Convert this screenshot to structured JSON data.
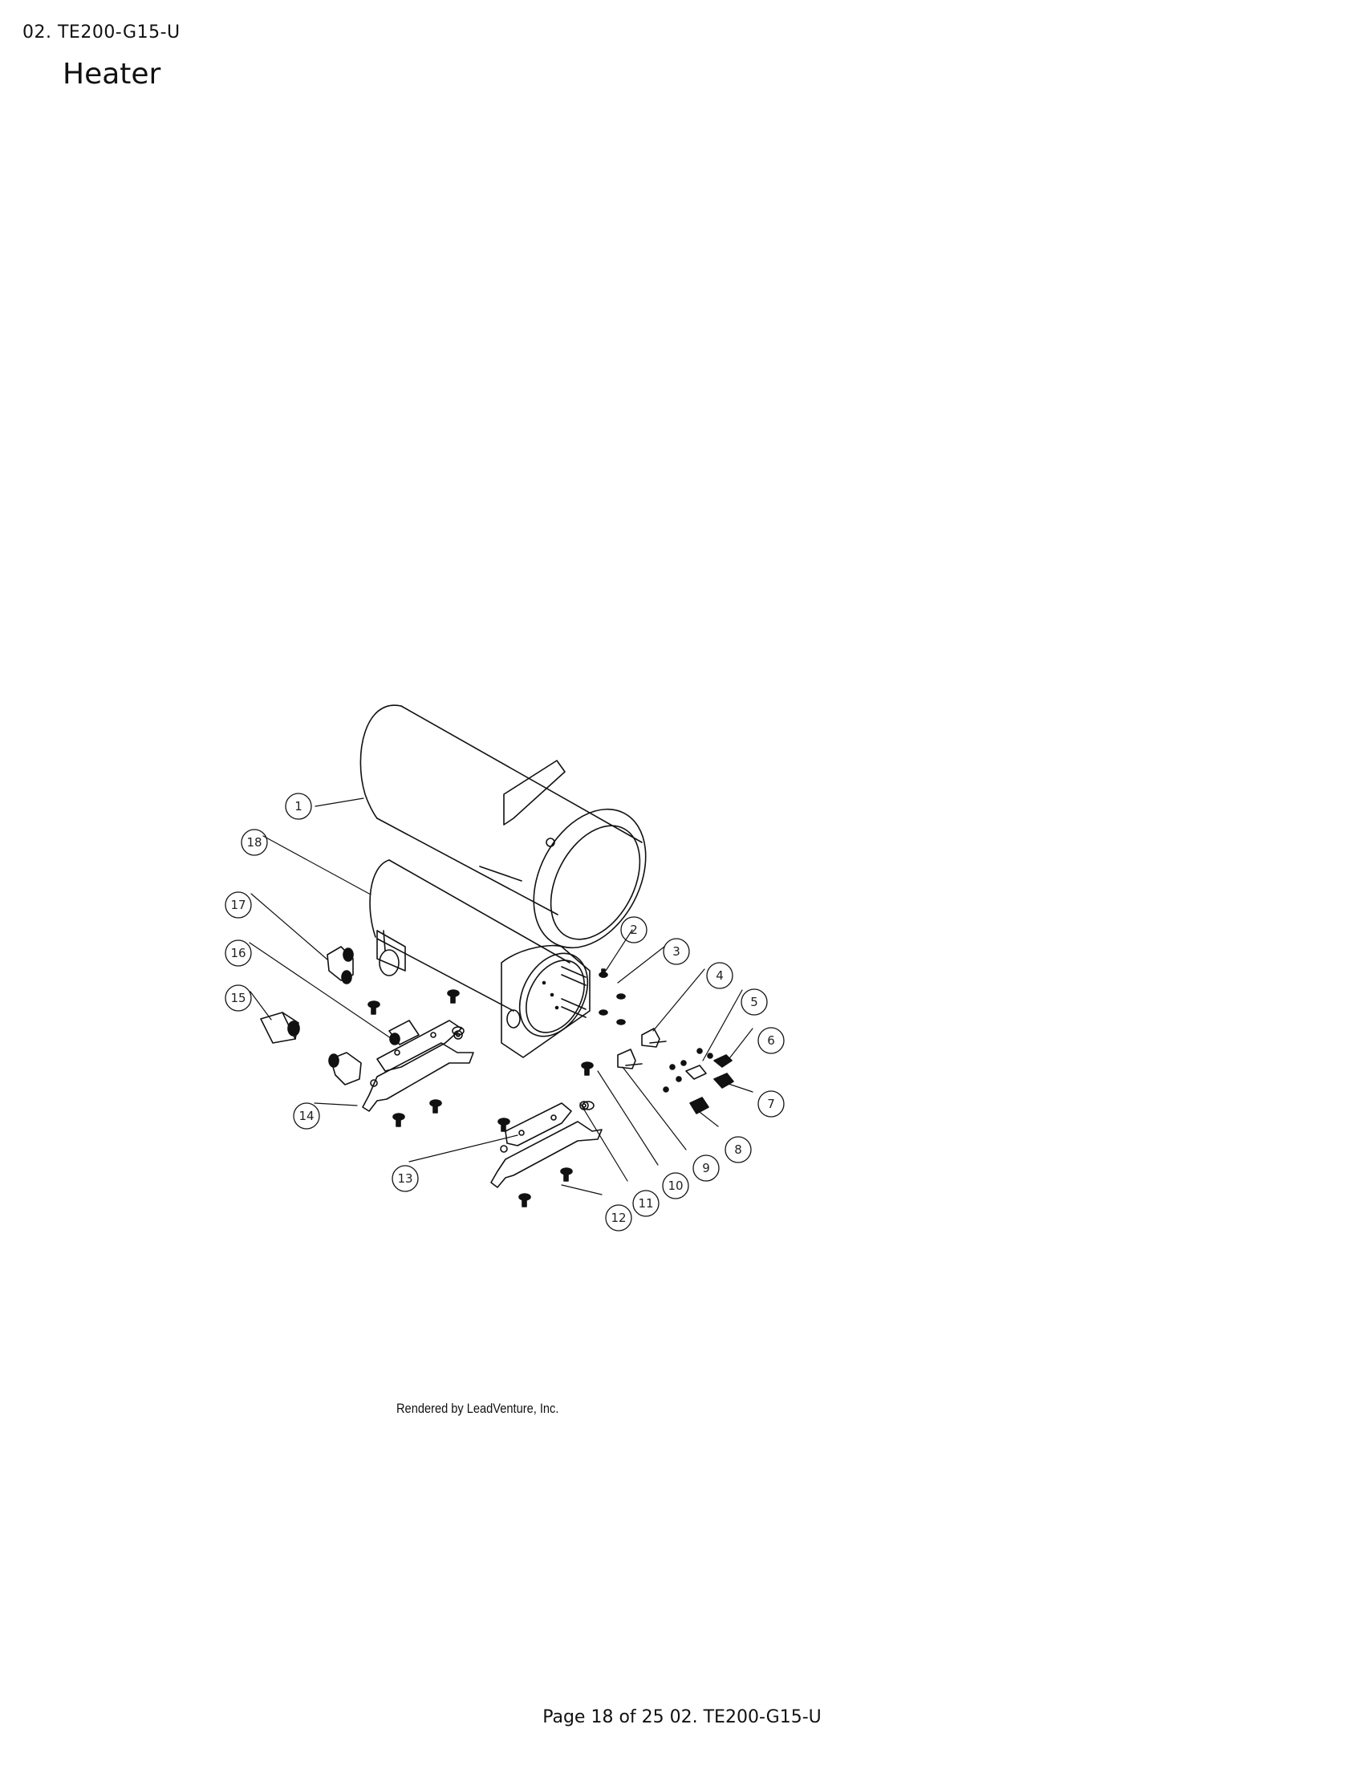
{
  "header": {
    "doc_code": "02. TE200-G15-U",
    "title": "Heater"
  },
  "diagram": {
    "callouts": [
      "1",
      "2",
      "3",
      "4",
      "5",
      "6",
      "7",
      "8",
      "9",
      "10",
      "11",
      "12",
      "13",
      "14",
      "15",
      "16",
      "17",
      "18"
    ],
    "rendered_by": "Rendered by LeadVenture, Inc."
  },
  "footer": {
    "page_text": "Page 18 of 25 02. TE200-G15-U"
  }
}
